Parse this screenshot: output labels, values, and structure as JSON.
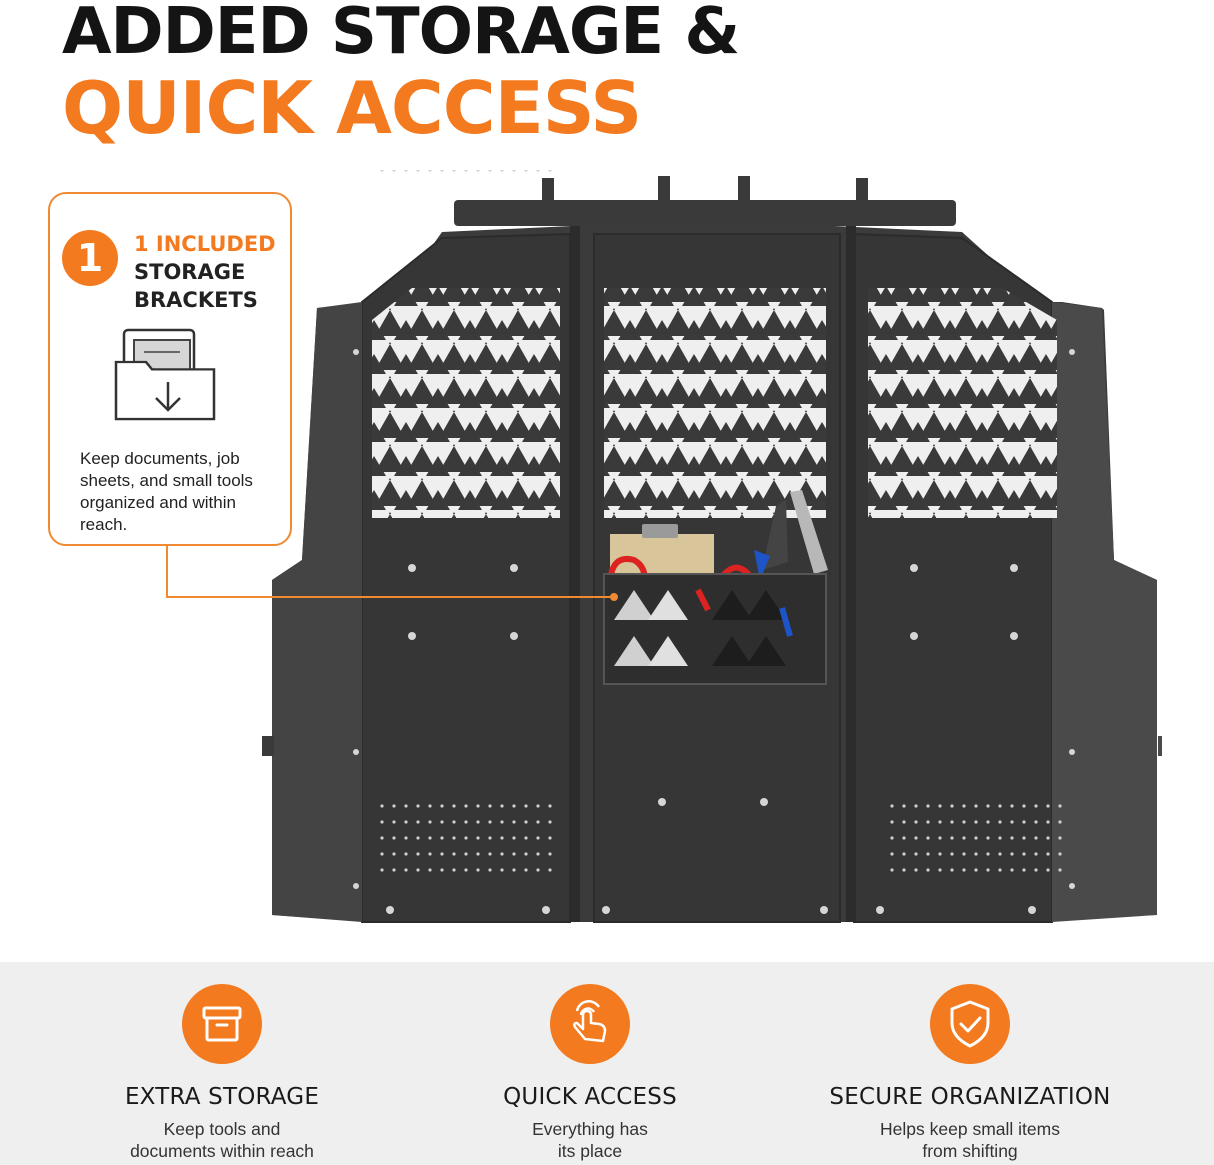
{
  "headline": {
    "line1": "ADDED STORAGE &",
    "line2": "QUICK ACCESS"
  },
  "colors": {
    "accent": "#f37a1f",
    "dark": "#141414",
    "panel": "#3a3a3a",
    "band": "#efefef"
  },
  "callout": {
    "number": "1",
    "title_highlight": "1 INCLUDED",
    "title_rest": "STORAGE BRACKETS",
    "icon": "folder-download-icon",
    "body": "Keep documents, job sheets, and small tools organized and within reach."
  },
  "features": [
    {
      "icon": "storage-box-icon",
      "title": "EXTRA STORAGE",
      "description": "Keep tools and\ndocuments within reach"
    },
    {
      "icon": "tap-hand-icon",
      "title": "QUICK ACCESS",
      "description": "Everything has\nits place"
    },
    {
      "icon": "shield-check-icon",
      "title": "SECURE ORGANIZATION",
      "description": "Helps keep small items\nfrom shifting"
    }
  ]
}
